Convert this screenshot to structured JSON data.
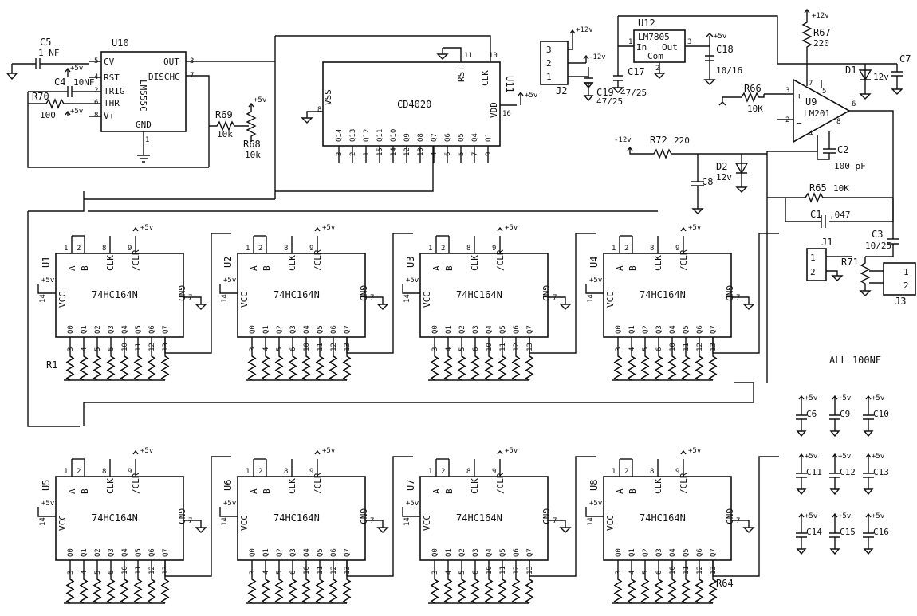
{
  "labels": {
    "u10": "U10",
    "u10_part": "LM555C",
    "u10_pins": {
      "cv": "CV",
      "rst": "RST",
      "trig": "TRIG",
      "thr": "THR",
      "vplus": "V+",
      "out": "OUT",
      "disch": "DISCHG",
      "gnd": "GND"
    },
    "u10_pin_nums": {
      "cv": "5",
      "rst": "4",
      "trig": "2",
      "thr": "6",
      "vplus": "8",
      "out": "3",
      "disch": "7",
      "gnd": "1"
    },
    "c5": "C5",
    "c5_val": "1 NF",
    "c4": "C4",
    "c4_val": "10NF",
    "r70": "R70",
    "r70_val": "100",
    "r69": "R69",
    "r69_val": "10k",
    "r68": "R68",
    "r68_val": "10k",
    "plus5": "+5v",
    "plus12": "+12v",
    "minus12": "-12v",
    "u11": "U11",
    "u11_part": "CD4020",
    "u11_pins": {
      "vss": "VSS",
      "vdd": "VDD",
      "rst": "RST",
      "clk": "CLK"
    },
    "u11_pin_nums": {
      "vss": "8",
      "vdd": "16",
      "rst": "11",
      "clk": "10"
    },
    "u11_q": [
      "Q14",
      "Q13",
      "Q12",
      "Q11",
      "Q10",
      "Q9",
      "Q8",
      "Q7",
      "Q6",
      "Q5",
      "Q4",
      "Q1"
    ],
    "u11_qn": [
      "3",
      "2",
      "1",
      "15",
      "14",
      "12",
      "13",
      "4",
      "6",
      "5",
      "7",
      "9"
    ],
    "j2": "J2",
    "j2_pins": [
      "3",
      "2",
      "1"
    ],
    "u12": "U12",
    "u12_part": "LM7805",
    "u12_in": "In",
    "u12_out": "Out",
    "u12_com": "Com",
    "u12_pins": [
      "1",
      "3",
      "2"
    ],
    "c17": "C17",
    "c17_val": "47/25",
    "c19": "C19",
    "c19_val": "47/25",
    "c18": "C18",
    "c18_val": "10/16",
    "r67": "R67",
    "r67_val": "220",
    "d1": "D1",
    "d1_val": "12v",
    "c7": "C7",
    "r66": "R66",
    "r66_val": "10K",
    "u9": "U9",
    "u9_part": "LM201",
    "u9_pins": [
      "3",
      "2",
      "7",
      "5",
      "6",
      "8",
      "4"
    ],
    "r72": "R72",
    "r72_val": "220",
    "d2": "D2",
    "d2_val": "12v",
    "c8": "C8",
    "c2": "C2",
    "c2_val": "100 pF",
    "r65": "R65",
    "r65_val": "10K",
    "c1": "C1",
    "c1_val": ",047",
    "c3": "C3",
    "c3_val": "10/25",
    "j1": "J1",
    "j1_pins": [
      "1",
      "2"
    ],
    "r71": "R71",
    "j3": "J3",
    "j3_pins": [
      "1",
      "2"
    ],
    "r1": "R1",
    "r64": "R64",
    "shift_part": "74HC164N",
    "shift_ids": [
      "U1",
      "U2",
      "U3",
      "U4",
      "U5",
      "U6",
      "U7",
      "U8"
    ],
    "shift_pins": {
      "a": "A",
      "b": "B",
      "clk": "CLK",
      "clr": "/CLR",
      "vcc": "VCC",
      "gnd": "GND"
    },
    "shift_pin_nums": {
      "a": "1",
      "b": "2",
      "clk": "8",
      "clr": "9",
      "vcc": "14",
      "gnd": "7"
    },
    "shift_q": [
      "Q0",
      "Q1",
      "Q2",
      "Q3",
      "Q4",
      "Q5",
      "Q6",
      "Q7"
    ],
    "shift_qn": [
      "3",
      "4",
      "5",
      "6",
      "10",
      "11",
      "12",
      "13"
    ],
    "all_caps": "ALL 100NF",
    "decoupling": [
      "C6",
      "C9",
      "C10",
      "C11",
      "C12",
      "C13",
      "C14",
      "C15",
      "C16"
    ]
  }
}
